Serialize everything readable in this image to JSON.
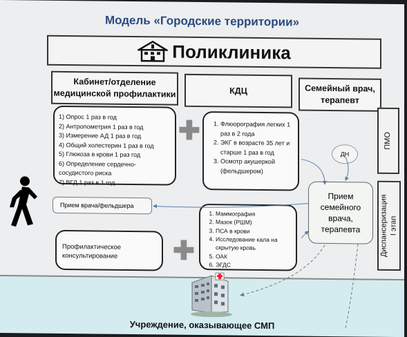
{
  "title": "Модель «Городские территории»",
  "header": {
    "label": "Поликлиника"
  },
  "columns": [
    {
      "label": "Кабинет/отделение медицинской профилактики"
    },
    {
      "label": "КДЦ"
    },
    {
      "label": "Семейный врач, терапевт"
    }
  ],
  "box1": {
    "items": [
      "1) Опрос 1 раз в год",
      "2) Антропометрия 1 раз в год",
      "3) Измерение АД 1 раз в год",
      "4) Общий холестерин 1 раз в  год",
      "5) Глюкоза в крови 1 раз  год",
      "6) Определение сердечно-сосудистого риска",
      "7) ВГД 1 раз в 1 год"
    ]
  },
  "box2": {
    "items": [
      "Флюорография легких 1 раз в 2 года",
      "ЭКГ в возрасте 35 лет и старше 1 раз в год",
      "Осмотр акушеркой (фельдшером)"
    ]
  },
  "dn_label": "ДН",
  "reception_box": {
    "label": "Прием семейного врача, терапевта"
  },
  "doctor_visit": {
    "label": "Прием врача/фельдшера"
  },
  "counseling": {
    "label": "Профилактическое консультирование"
  },
  "box4": {
    "items": [
      "Маммография",
      "Мазок (РШМ)",
      "ПСА в крови",
      "Исследование кала на скрытую кровь",
      "ОАК",
      "ЭГДС"
    ]
  },
  "side_labels": {
    "pmo": "ПМО",
    "dispensary": "Диспансеризация",
    "stage": "I этап"
  },
  "bottom": {
    "label": "Учреждение, оказывающее СМП"
  },
  "colors": {
    "title": "#2b4a7e",
    "band": "#d4ecf0",
    "plus": "#8a8a8a"
  },
  "icons": [
    "hospital-icon",
    "walking-person-icon",
    "building-icon",
    "plus-icon"
  ]
}
